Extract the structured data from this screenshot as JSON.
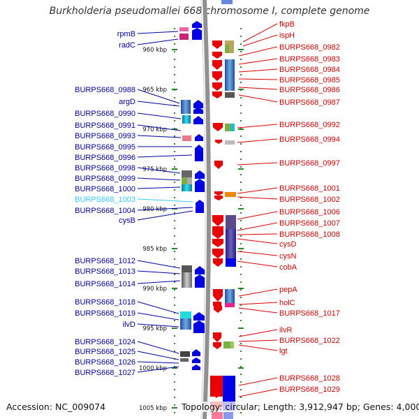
{
  "genome_title": "Burkholderia pseudomallei 668 chromosome I, complete genome",
  "footer": {
    "accession": "Accession: NC_009074",
    "topology": "Topology: circular; Length: 3,912,947 bp; Genes: 4,000"
  },
  "scale": {
    "ticks": [
      {
        "label": "960 kbp",
        "kbp": 960
      },
      {
        "label": "965 kbp",
        "kbp": 965
      },
      {
        "label": "970 kbp",
        "kbp": 970
      },
      {
        "label": "975 kbp",
        "kbp": 975
      },
      {
        "label": "980 kbp",
        "kbp": 980
      },
      {
        "label": "985 kbp",
        "kbp": 985
      },
      {
        "label": "990 kbp",
        "kbp": 990
      },
      {
        "label": "995 kbp",
        "kbp": 995
      },
      {
        "label": "1000 kbp",
        "kbp": 1000
      },
      {
        "label": "1005 kbp",
        "kbp": 1005
      }
    ]
  },
  "left_genes": [
    {
      "name": "rpmB",
      "color": "#0000aa"
    },
    {
      "name": "radC",
      "color": "#0000aa"
    },
    {
      "name": "BURPS668_0988",
      "color": "#0000aa"
    },
    {
      "name": "argD",
      "color": "#0000aa"
    },
    {
      "name": "BURPS668_0990",
      "color": "#0000aa"
    },
    {
      "name": "BURPS668_0991",
      "color": "#0000aa"
    },
    {
      "name": "BURPS668_0993",
      "color": "#0000aa"
    },
    {
      "name": "BURPS668_0995",
      "color": "#0000aa"
    },
    {
      "name": "BURPS668_0996",
      "color": "#0000aa"
    },
    {
      "name": "BURPS668_0998",
      "color": "#0000aa"
    },
    {
      "name": "BURPS668_0999",
      "color": "#0000aa"
    },
    {
      "name": "BURPS668_1000",
      "color": "#0000aa"
    },
    {
      "name": "BURPS668_1003",
      "color": "#33ccff"
    },
    {
      "name": "BURPS668_1004",
      "color": "#0000aa"
    },
    {
      "name": "cysB",
      "color": "#0000aa"
    },
    {
      "name": "BURPS668_1012",
      "color": "#0000aa"
    },
    {
      "name": "BURPS668_1013",
      "color": "#0000aa"
    },
    {
      "name": "BURPS668_1014",
      "color": "#0000aa"
    },
    {
      "name": "BURPS668_1018",
      "color": "#0000aa"
    },
    {
      "name": "BURPS668_1019",
      "color": "#0000aa"
    },
    {
      "name": "ilvD",
      "color": "#0000aa"
    },
    {
      "name": "BURPS668_1024",
      "color": "#0000aa"
    },
    {
      "name": "BURPS668_1025",
      "color": "#0000aa"
    },
    {
      "name": "BURPS668_1026",
      "color": "#0000aa"
    },
    {
      "name": "BURPS668_1027",
      "color": "#0000aa"
    }
  ],
  "right_genes": [
    {
      "name": "fkpB",
      "color": "#dd0000"
    },
    {
      "name": "ispH",
      "color": "#dd0000"
    },
    {
      "name": "BURPS668_0982",
      "color": "#dd0000"
    },
    {
      "name": "BURPS668_0983",
      "color": "#dd0000"
    },
    {
      "name": "BURPS668_0984",
      "color": "#dd0000"
    },
    {
      "name": "BURPS668_0985",
      "color": "#dd0000"
    },
    {
      "name": "BURPS668_0986",
      "color": "#dd0000"
    },
    {
      "name": "BURPS668_0987",
      "color": "#dd0000"
    },
    {
      "name": "BURPS668_0992",
      "color": "#dd0000"
    },
    {
      "name": "BURPS668_0994",
      "color": "#dd0000"
    },
    {
      "name": "BURPS668_0997",
      "color": "#dd0000"
    },
    {
      "name": "BURPS668_1001",
      "color": "#dd0000"
    },
    {
      "name": "BURPS668_1002",
      "color": "#dd0000"
    },
    {
      "name": "BURPS668_1006",
      "color": "#dd0000"
    },
    {
      "name": "BURPS668_1007",
      "color": "#dd0000"
    },
    {
      "name": "BURPS668_1008",
      "color": "#dd0000"
    },
    {
      "name": "cysD",
      "color": "#dd0000"
    },
    {
      "name": "cysN",
      "color": "#dd0000"
    },
    {
      "name": "cobA",
      "color": "#dd0000"
    },
    {
      "name": "pepA",
      "color": "#dd0000"
    },
    {
      "name": "holC",
      "color": "#dd0000"
    },
    {
      "name": "BURPS668_1017",
      "color": "#dd0000"
    },
    {
      "name": "ilvR",
      "color": "#dd0000"
    },
    {
      "name": "BURPS668_1022",
      "color": "#dd0000"
    },
    {
      "name": "lgt",
      "color": "#dd0000"
    },
    {
      "name": "BURPS668_1028",
      "color": "#dd0000"
    },
    {
      "name": "BURPS668_1029",
      "color": "#dd0000"
    }
  ],
  "colors": {
    "forward_strand": "#0000ee",
    "reverse_strand": "#ee0000",
    "backbone": "#888888",
    "tick": "#228822"
  }
}
